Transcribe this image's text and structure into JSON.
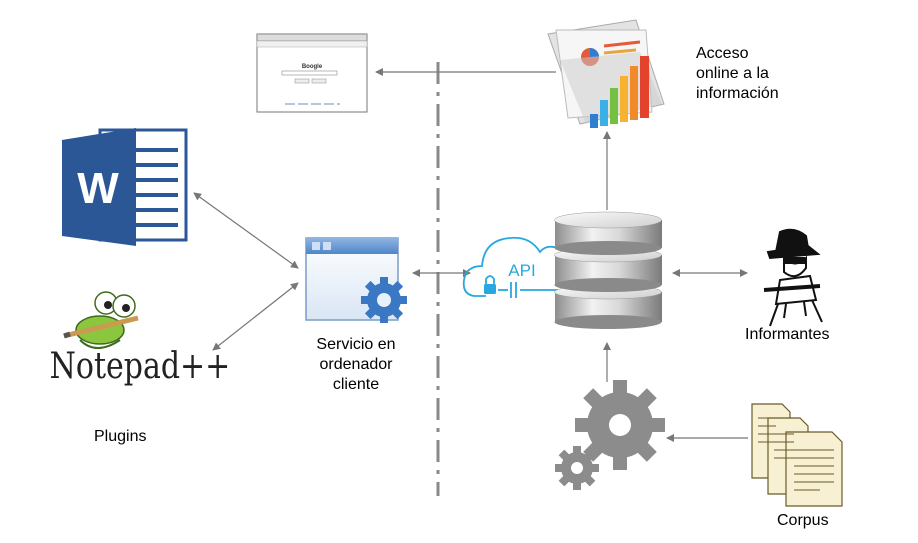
{
  "labels": {
    "acceso": [
      "Acceso",
      "online a la",
      "información"
    ],
    "servicio": [
      "Servicio en",
      "ordenador",
      "cliente"
    ],
    "plugins": "Plugins",
    "informantes": "Informantes",
    "corpus": "Corpus"
  },
  "icons": {
    "word_letter": "W",
    "api": "API",
    "notepad_text": "Notepad++",
    "browser_title": "Boogle"
  },
  "colors": {
    "word_blue": "#2b5797",
    "arrow": "#777777",
    "dashline": "#8a8a8a",
    "gear_gray": "#8c8c8c",
    "api_blue": "#29a8e0",
    "cog_blue": "#3a78c3"
  }
}
